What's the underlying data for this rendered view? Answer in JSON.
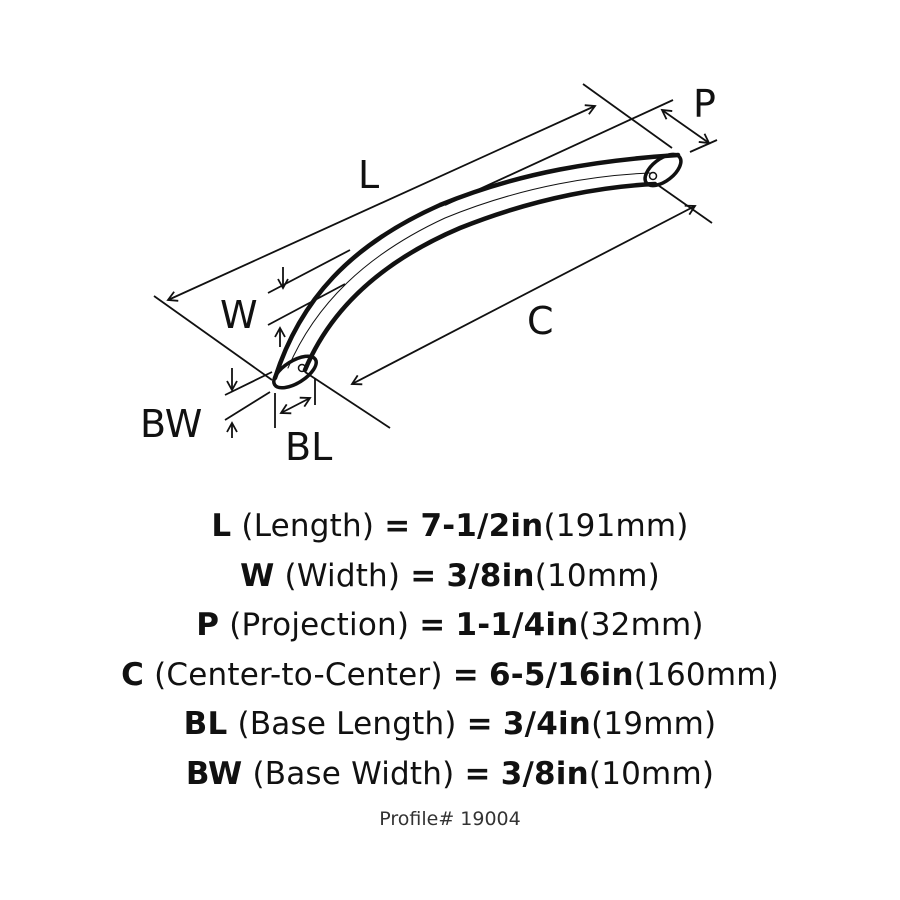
{
  "diagram": {
    "labels": {
      "L": "L",
      "W": "W",
      "P": "P",
      "C": "C",
      "BW": "BW",
      "BL": "BL"
    },
    "colors": {
      "ink": "#111111",
      "background": "#ffffff"
    }
  },
  "specs": [
    {
      "key": "L",
      "name": "(Length)",
      "eq": "=",
      "inch": "7-1/2in",
      "mm": "(191mm)"
    },
    {
      "key": "W",
      "name": "(Width)",
      "eq": "=",
      "inch": "3/8in",
      "mm": "(10mm)"
    },
    {
      "key": "P",
      "name": "(Projection)",
      "eq": "=",
      "inch": "1-1/4in",
      "mm": "(32mm)"
    },
    {
      "key": "C",
      "name": "(Center-to-Center)",
      "eq": "=",
      "inch": "6-5/16in",
      "mm": "(160mm)"
    },
    {
      "key": "BL",
      "name": "(Base Length)",
      "eq": "=",
      "inch": "3/4in",
      "mm": "(19mm)"
    },
    {
      "key": "BW",
      "name": "(Base Width)",
      "eq": "=",
      "inch": "3/8in",
      "mm": "(10mm)"
    }
  ],
  "profile": "Profile# 19004"
}
